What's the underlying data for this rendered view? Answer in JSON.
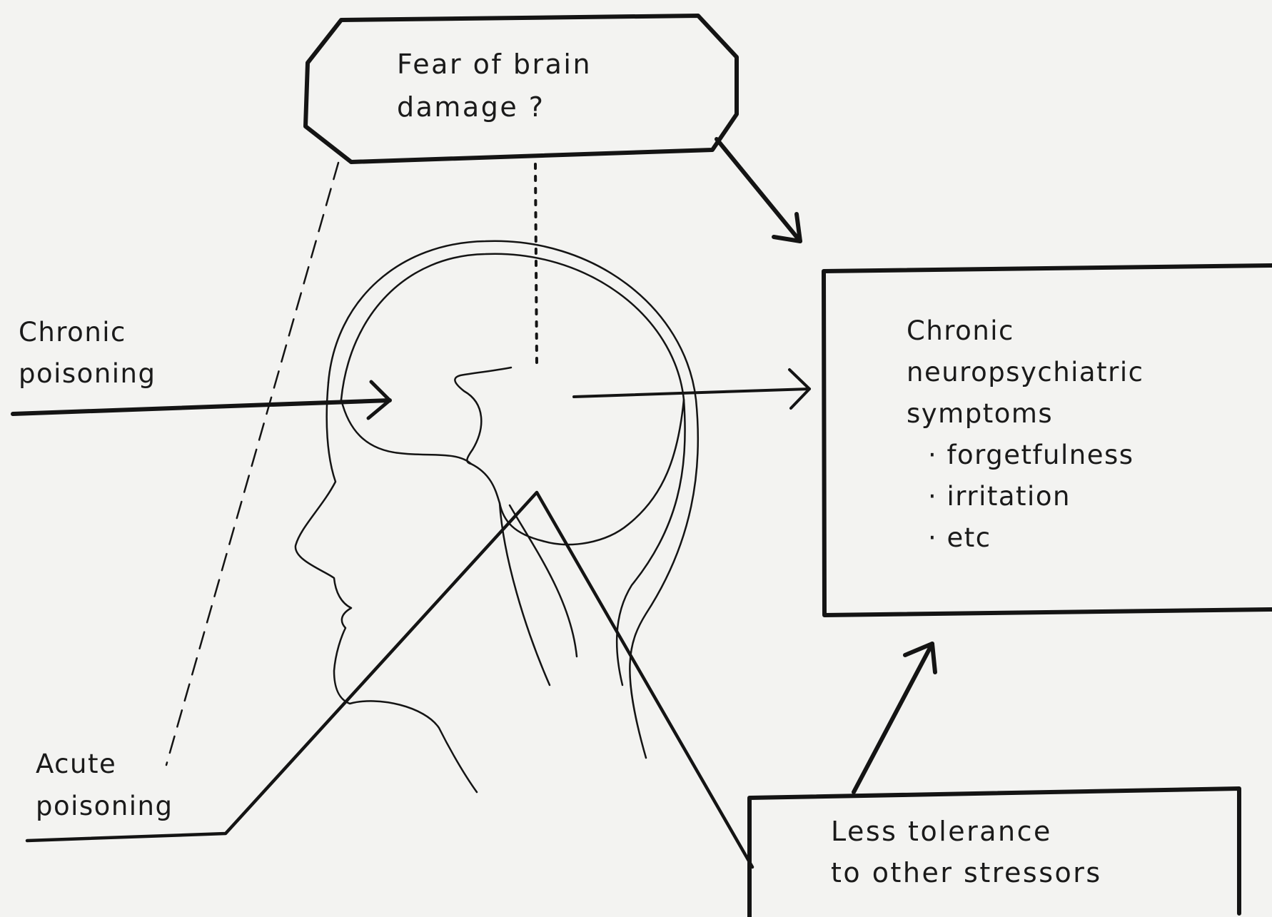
{
  "fear_box": {
    "line1": "Fear of brain",
    "line2": "damage ?"
  },
  "chronic_poisoning": {
    "line1": "Chronic",
    "line2": "poisoning"
  },
  "acute_poisoning": {
    "line1": "Acute",
    "line2": "poisoning"
  },
  "symptoms_box": {
    "line1": "Chronic",
    "line2": "neuropsychiatric",
    "line3": "symptoms",
    "items": [
      "· forgetfulness",
      "· irritation",
      "· etc"
    ]
  },
  "tolerance_box": {
    "line1": "Less tolerance",
    "line2": "to other stressors"
  },
  "colors": {
    "ink": "#141414",
    "paper": "#f3f3f1"
  }
}
